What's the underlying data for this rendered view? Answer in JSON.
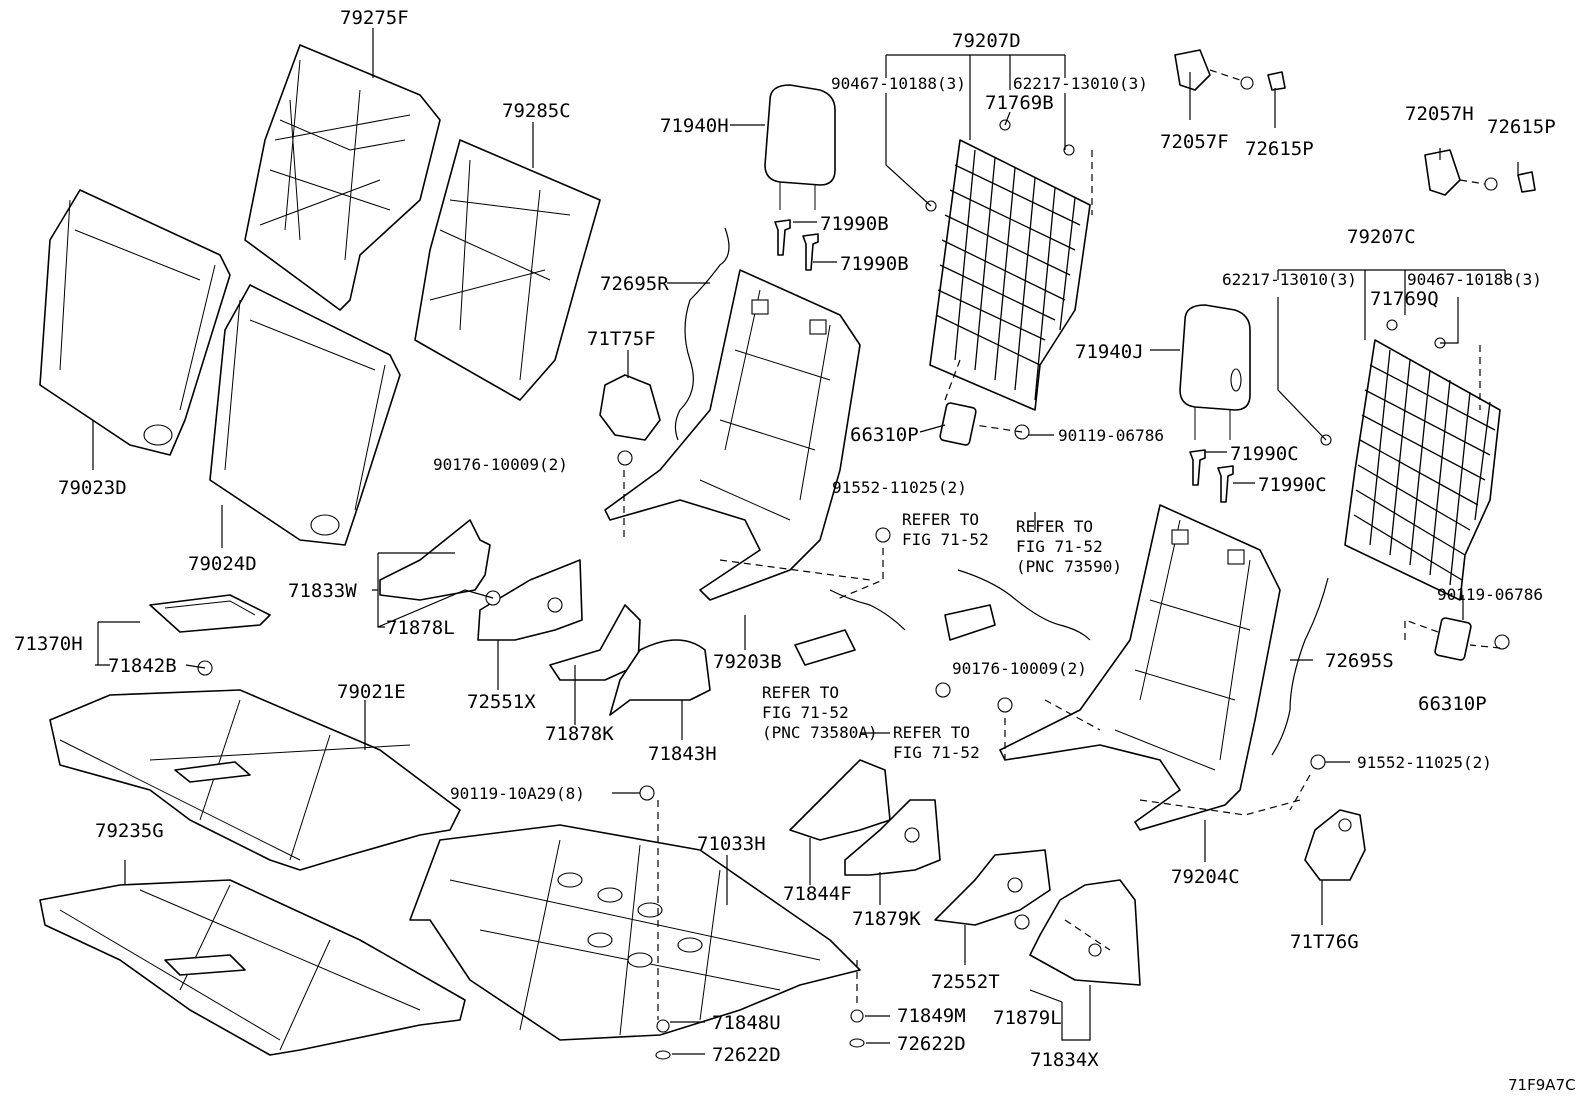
{
  "labels": {
    "p79275F": "79275F",
    "p79285C": "79285C",
    "p79023D": "79023D",
    "p79024D": "79024D",
    "p79207D": "79207D",
    "p90467_10188_a": "90467-10188(3)",
    "p62217_13010_a": "62217-13010(3)",
    "p71769B": "71769B",
    "p72057F": "72057F",
    "p72615P_a": "72615P",
    "p72057H": "72057H",
    "p72615P_b": "72615P",
    "p71940H": "71940H",
    "p71990B_a": "71990B",
    "p71990B_b": "71990B",
    "p72695R": "72695R",
    "p71T75F": "71T75F",
    "p66310P_a": "66310P",
    "p90119_06786_a": "90119-06786",
    "p79207C": "79207C",
    "p62217_13010_b": "62217-13010(3)",
    "p90467_10188_b": "90467-10188(3)",
    "p71769Q": "71769Q",
    "p71940J": "71940J",
    "p71990C_a": "71990C",
    "p71990C_b": "71990C",
    "p90176_10009_a": "90176-10009(2)",
    "p91552_11025_a": "91552-11025(2)",
    "p71833W": "71833W",
    "p71878L": "71878L",
    "p71370H": "71370H",
    "p71842B": "71842B",
    "p72551X": "72551X",
    "p71878K": "71878K",
    "p71843H": "71843H",
    "p79203B": "79203B",
    "p79021E": "79021E",
    "p90119_10A29": "90119-10A29(8)",
    "p79235G": "79235G",
    "p71033H": "71033H",
    "p71844F": "71844F",
    "p71879K": "71879K",
    "p90119_06786_b": "90119-06786",
    "p66310P_b": "66310P",
    "p72695S": "72695S",
    "p90176_10009_b": "90176-10009(2)",
    "p91552_11025_b": "91552-11025(2)",
    "p79204C": "79204C",
    "p71T76G": "71T76G",
    "p72552T": "72552T",
    "p71879L": "71879L",
    "p71834X": "71834X",
    "p71848U": "71848U",
    "p72622D_a": "72622D",
    "p71849M": "71849M",
    "p72622D_b": "72622D"
  },
  "references": {
    "ref1_l1": "REFER TO",
    "ref1_l2": "FIG 71-52",
    "ref2_l1": "REFER TO",
    "ref2_l2": "FIG 71-52",
    "ref2_l3": "(PNC 73590)",
    "ref3_l1": "REFER TO",
    "ref3_l2": "FIG 71-52",
    "ref3_l3": "(PNC 73580A)",
    "ref4_l1": "REFER TO",
    "ref4_l2": "FIG 71-52"
  },
  "figure_code": "71F9A7C"
}
